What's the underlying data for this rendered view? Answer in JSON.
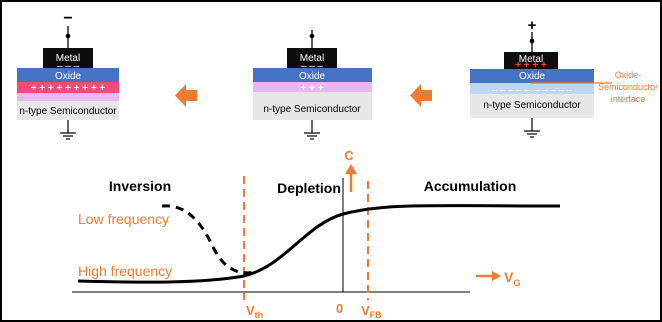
{
  "devices": {
    "left": {
      "terminal": "−",
      "metal": "Metal",
      "oxide": "Oxide",
      "semiconductor": "n-type Semiconductor",
      "charges": "+ + + + + + + + +",
      "minus_marks": "–   –   –"
    },
    "middle": {
      "metal": "Metal",
      "oxide": "Oxide",
      "semiconductor": "n-type Semiconductor",
      "charges": "+ + +",
      "minus_marks": "–   –   –"
    },
    "right": {
      "terminal": "+",
      "metal": "Metal",
      "oxide": "Oxide",
      "semiconductor": "n-type Semiconductor",
      "charges": "+ + + +",
      "minus_marks": "– – – – – – – – – –",
      "interface_label": [
        "Oxide-",
        "Semiconductor",
        "interface"
      ]
    }
  },
  "cv_plot": {
    "regions": {
      "inversion": "Inversion",
      "depletion": "Depletion",
      "accumulation": "Accumulation"
    },
    "curve_labels": {
      "low_frequency": "Low frequency",
      "high_frequency": "High frequency"
    },
    "axis": {
      "y_label": "C",
      "x_label_main": "V",
      "x_label_sub": "G"
    },
    "markers": {
      "vth": {
        "main": "V",
        "sub": "th"
      },
      "zero": "0",
      "vfb": {
        "main": "V",
        "sub": "FB"
      }
    }
  },
  "colors": {
    "orange": "#EE7D31",
    "metal": "#0d0d0d",
    "oxide": "#4472C4",
    "inversion_layer": "#EC4D7A",
    "depletion_layer": "#E8B7EE",
    "accumulation_layer": "#BFD7EE",
    "semiconductor": "#E7E7E7",
    "curve": "#000000"
  }
}
